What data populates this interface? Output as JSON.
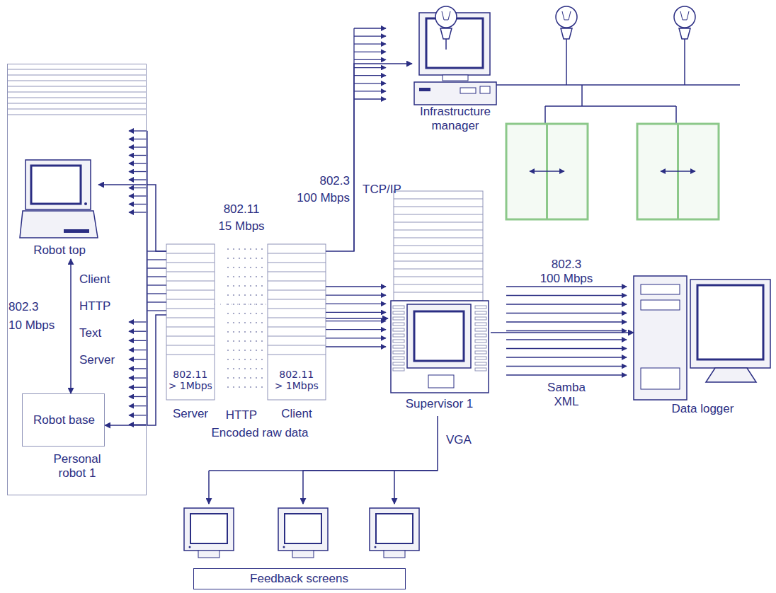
{
  "diagram": {
    "nodes": [
      {
        "text": [
          "Personal robot 1"
        ]
      },
      {
        "text": [
          "Robot top"
        ],
        "in": 0
      },
      {
        "text": [
          "Robot base"
        ],
        "in": 0
      },
      {
        "text": [
          "802.11 > 1Mbps",
          "Server"
        ]
      },
      {
        "text": [
          "802.11 > 1Mbps",
          "Client"
        ]
      },
      {
        "text": [
          "Infrastructure manager"
        ]
      },
      {
        "text": [
          "Supervisor 1"
        ]
      },
      {
        "text": [
          "Data logger"
        ]
      },
      {
        "text": [
          "Feedback screens"
        ]
      }
    ],
    "edges": [
      {
        "from": 1,
        "to": 2,
        "arrow": "both"
      },
      {
        "from": 3,
        "to": 1,
        "arrow": "to"
      },
      {
        "from": 3,
        "to": 2,
        "arrow": "to"
      },
      {
        "from": 3,
        "to": 4,
        "arrow": "none"
      },
      {
        "from": 4,
        "to": 6,
        "arrow": "to"
      },
      {
        "from": 4,
        "to": 5,
        "arrow": "to"
      },
      {
        "from": 6,
        "to": 7,
        "arrow": "to"
      },
      {
        "from": 6,
        "to": 8,
        "label": "VGA",
        "arrow": "to"
      }
    ],
    "labels": [
      "802.3",
      "10 Mbps",
      "Client",
      "HTTP",
      "Text",
      "Server",
      "802.11",
      "15 Mbps",
      "HTTP",
      "Encoded raw data",
      "802.3",
      "100 Mbps",
      "TCP/IP",
      "802.3",
      "100 Mbps",
      "Samba",
      "XML"
    ]
  }
}
